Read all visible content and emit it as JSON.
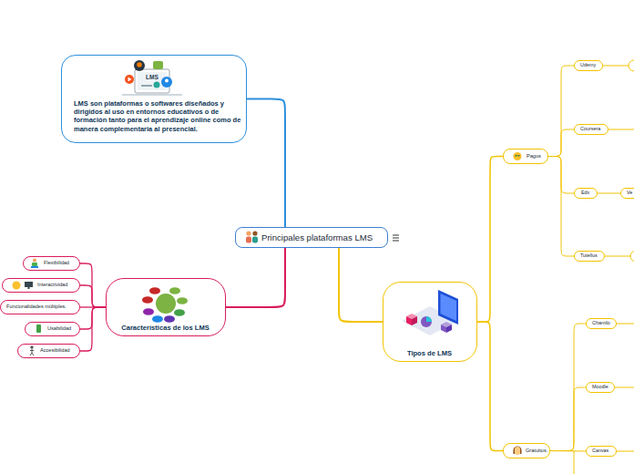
{
  "diagram": {
    "nodes": [
      {
        "text": [
          "Principales plataformas LMS"
        ]
      },
      {
        "text": [
          "LMS son plataformas o softwares diseñados y dirigidos al uso en entornos educativos o de formación tanto para el aprendizaje online como de manera complementaria al presencial."
        ]
      },
      {
        "text": [
          "Características de los LMS"
        ]
      },
      {
        "text": [
          "Flexibilidad"
        ]
      },
      {
        "text": [
          "Interactividad"
        ]
      },
      {
        "text": [
          "Funcionalidades múltiples."
        ]
      },
      {
        "text": [
          "Usabilidad"
        ]
      },
      {
        "text": [
          "Accesibilidad"
        ]
      },
      {
        "text": [
          "Tipos de LMS"
        ]
      },
      {
        "text": [
          "Pagos"
        ]
      },
      {
        "text": [
          "Udemy"
        ]
      },
      {
        "text": [
          "Coursera"
        ]
      },
      {
        "text": [
          "Edx"
        ]
      },
      {
        "text": [
          "Ve"
        ]
      },
      {
        "text": [
          "Tutellus"
        ]
      },
      {
        "text": [
          "Gratuitos."
        ]
      },
      {
        "text": [
          "Chamilo"
        ]
      },
      {
        "text": [
          "Moodle"
        ]
      },
      {
        "text": [
          "Canvas"
        ]
      }
    ],
    "edges": [
      {
        "from": 0,
        "to": 1,
        "arrow": "none"
      },
      {
        "from": 0,
        "to": 2,
        "arrow": "none"
      },
      {
        "from": 0,
        "to": 8,
        "arrow": "none"
      },
      {
        "from": 2,
        "to": 3,
        "arrow": "none"
      },
      {
        "from": 2,
        "to": 4,
        "arrow": "none"
      },
      {
        "from": 2,
        "to": 5,
        "arrow": "none"
      },
      {
        "from": 2,
        "to": 6,
        "arrow": "none"
      },
      {
        "from": 2,
        "to": 7,
        "arrow": "none"
      },
      {
        "from": 8,
        "to": 9,
        "arrow": "none"
      },
      {
        "from": 8,
        "to": 15,
        "arrow": "none"
      },
      {
        "from": 9,
        "to": 10,
        "arrow": "none"
      },
      {
        "from": 9,
        "to": 11,
        "arrow": "none"
      },
      {
        "from": 9,
        "to": 12,
        "arrow": "none"
      },
      {
        "from": 9,
        "to": 14,
        "arrow": "none"
      },
      {
        "from": 12,
        "to": 13,
        "arrow": "none"
      },
      {
        "from": 15,
        "to": 16,
        "arrow": "none"
      },
      {
        "from": 15,
        "to": 17,
        "arrow": "none"
      },
      {
        "from": 15,
        "to": 18,
        "arrow": "none"
      }
    ],
    "labels": [
      "LMS"
    ]
  }
}
